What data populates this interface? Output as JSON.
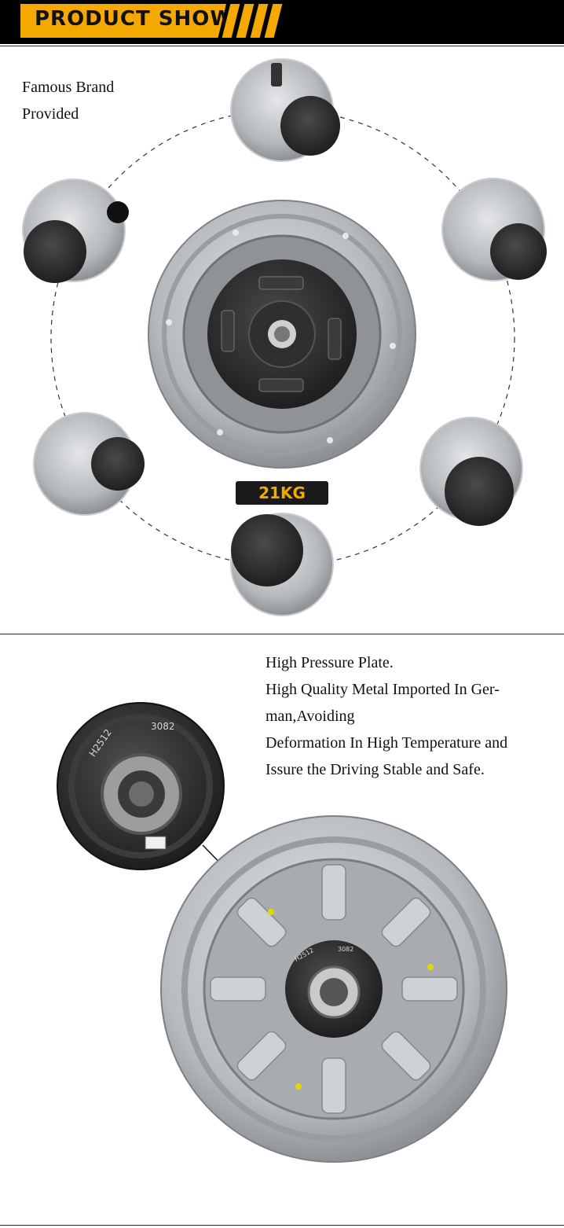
{
  "header": {
    "title": "PRODUCT SHOW"
  },
  "showcase": {
    "caption": [
      "Famous Brand",
      "Provided"
    ],
    "weight": "21KG"
  },
  "detail": {
    "lines": [
      "High Pressure Plate.",
      "High Quality Metal Imported In Ger-",
      "man,Avoiding",
      "Deformation In High Temperature and",
      "Issure the Driving Stable and Safe."
    ],
    "hub_codes": [
      "H2512",
      "3082"
    ]
  },
  "colors": {
    "accent": "#f5a800",
    "banner": "#000000",
    "metal": "#b9bcc0",
    "dark": "#2b2b2b"
  }
}
